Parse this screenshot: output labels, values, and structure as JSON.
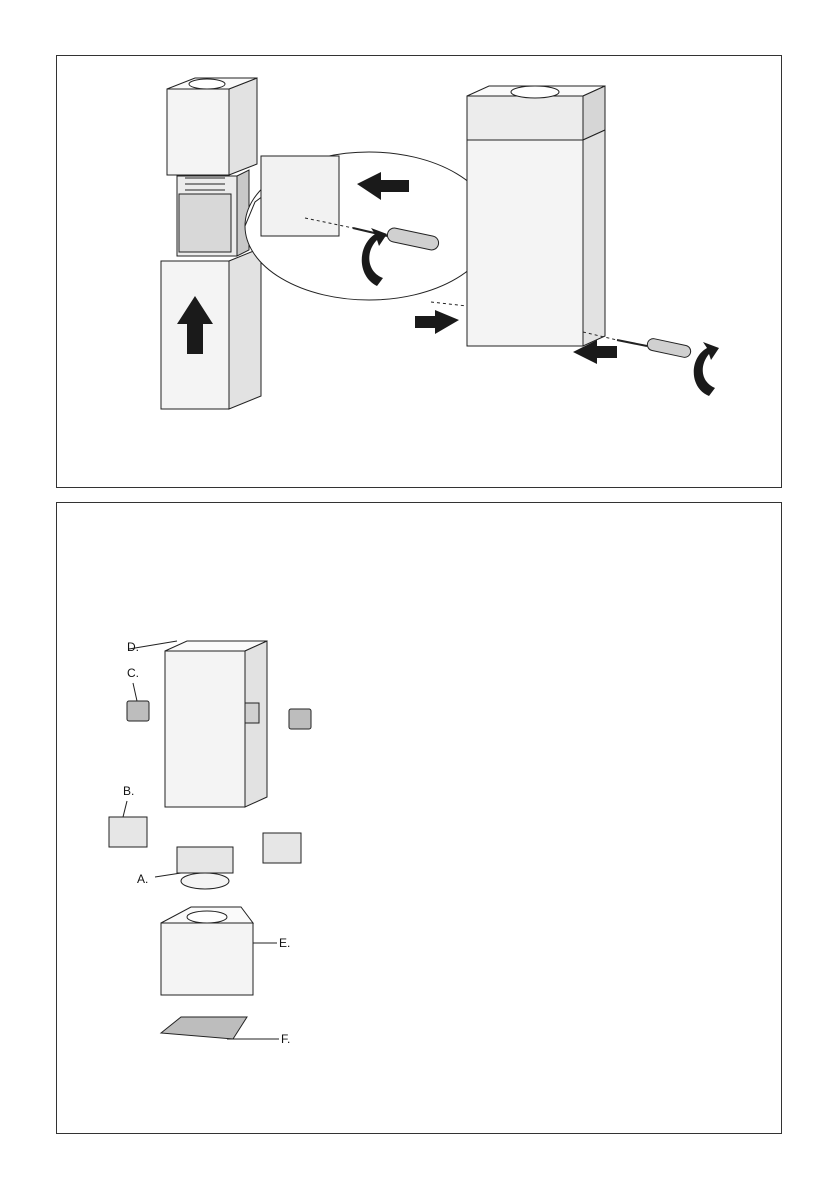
{
  "labels": {
    "a": "A.",
    "b": "B.",
    "c": "C.",
    "d": "D.",
    "e": "E.",
    "f": "F."
  },
  "colors": {
    "line": "#222222",
    "fill_light": "#f4f4f4",
    "fill_mid": "#e2e2e2",
    "fill_dark": "#c8c8c8",
    "arrow": "#1a1a1a"
  },
  "icons": {
    "up_arrow": "arrow-up-icon",
    "left_arrow": "arrow-left-icon",
    "right_arrow": "arrow-right-icon",
    "rotate_arrow": "rotate-arrow-icon",
    "screwdriver": "screwdriver-icon"
  }
}
